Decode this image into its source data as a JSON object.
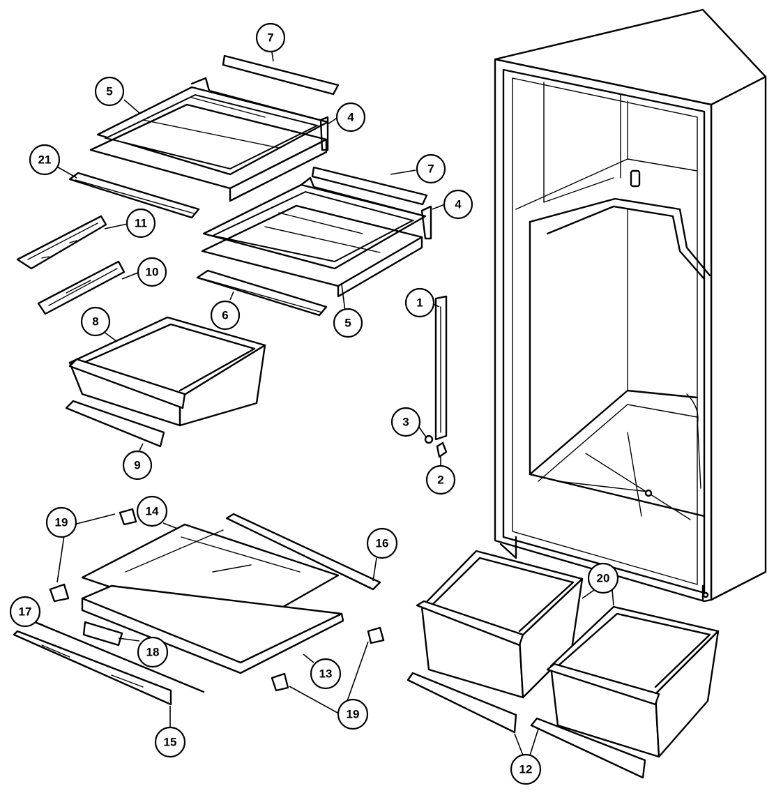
{
  "callouts": [
    {
      "id": "c7a",
      "label": "7"
    },
    {
      "id": "c5a",
      "label": "5"
    },
    {
      "id": "c4a",
      "label": "4"
    },
    {
      "id": "c21",
      "label": "21"
    },
    {
      "id": "c7b",
      "label": "7"
    },
    {
      "id": "c4b",
      "label": "4"
    },
    {
      "id": "c11",
      "label": "11"
    },
    {
      "id": "c10",
      "label": "10"
    },
    {
      "id": "c6",
      "label": "6"
    },
    {
      "id": "c5b",
      "label": "5"
    },
    {
      "id": "c8",
      "label": "8"
    },
    {
      "id": "c1",
      "label": "1"
    },
    {
      "id": "c3",
      "label": "3"
    },
    {
      "id": "c2",
      "label": "2"
    },
    {
      "id": "c9",
      "label": "9"
    },
    {
      "id": "c19a",
      "label": "19"
    },
    {
      "id": "c14",
      "label": "14"
    },
    {
      "id": "c16",
      "label": "16"
    },
    {
      "id": "c20",
      "label": "20"
    },
    {
      "id": "c17",
      "label": "17"
    },
    {
      "id": "c18",
      "label": "18"
    },
    {
      "id": "c13",
      "label": "13"
    },
    {
      "id": "c19b",
      "label": "19"
    },
    {
      "id": "c15",
      "label": "15"
    },
    {
      "id": "c12",
      "label": "12"
    }
  ]
}
